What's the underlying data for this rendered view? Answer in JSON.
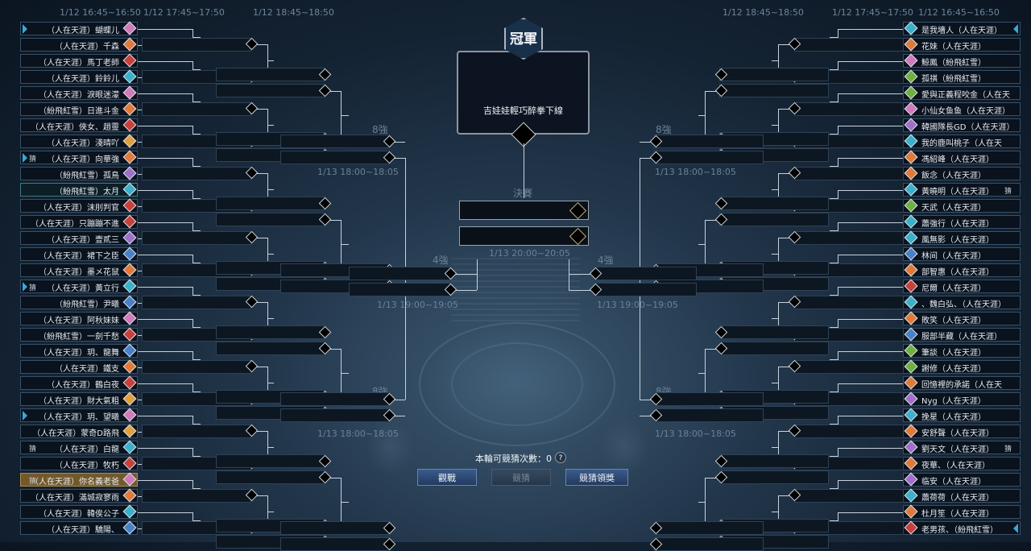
{
  "headers": {
    "left": [
      "1/12 16:45~16:50",
      "1/12 17:45~17:50",
      "1/12 18:45~18:50"
    ],
    "right": [
      "1/12 18:45~18:50",
      "1/12 17:45~17:50",
      "1/12 16:45~16:50"
    ]
  },
  "rounds": {
    "r8_label": "8強",
    "r8_time": "1/13 18:00~18:05",
    "r4_label": "4強",
    "r4_time": "1/13 19:00~19:05",
    "final_label": "決賽",
    "final_time": "1/13 20:00~20:05"
  },
  "champion": {
    "title": "冠軍",
    "name": "吉娃娃輕巧醉拳下線"
  },
  "bottom": {
    "guess_text": "本輪可競猜次數：0",
    "help_label": "?",
    "buttons": [
      "觀戰",
      "競猜",
      "競猜領獎"
    ]
  },
  "cheer_label": "猜",
  "left_players": [
    "（人在天涯）蝴蝶儿",
    "（人在天涯）千森",
    "（人在天涯）馬丁老師",
    "（人在天涯）鈴鈴儿",
    "（人在天涯）淚眼迷濛",
    "（紛飛紅雪）日進斗金",
    "（人在天涯）俠女、趙靈",
    "（人在天涯）淺晴吖",
    "（人在天涯）向華強",
    "（紛飛紅雪）孤鳥",
    "（紛飛紅雪）太月",
    "（人在天涯）沫刖判官",
    "（人在天涯）只蹦蹦不進",
    "（人在天涯）壹貳三",
    "（人在天涯）裙下之臣",
    "（人在天涯）墨メ花鼠",
    "（人在天涯）黃立行",
    "（紛飛紅雪）尹曦",
    "（人在天涯）阿秋妹妹",
    "（紛飛紅雪）一劍千愁",
    "（人在天涯）玥、龍舞",
    "（人在天涯）鐵支",
    "（人在天涯）鶴白夜",
    "（人在天涯）財大氣粗",
    "（人在天涯）玥、望曦",
    "（人在天涯）蒙奇D路飛",
    "（人在天涯）白龍",
    "（人在天涯）牧朽",
    "（人在天涯）你名義老爸",
    "（人在天涯）滿城寂寥雨",
    "（人在天涯）韓俟公子",
    "（人在天涯）驕陽、"
  ],
  "right_players": [
    "是我墻人（人在天涯）",
    "花妹（人在天涯）",
    "鯨鳳（紛飛紅雪）",
    "孤祺（紛飛紅雪）",
    "愛與正義程咬金（人在天",
    "小仙女鱼鱼（人在天涯）",
    "韓國隊長GD（人在天涯）",
    "我的鹿叫桃子（人在天",
    "馮紹峰（人在天涯）",
    "飯念（人在天涯）",
    "黃曉明（人在天涯）",
    "天武（人在天涯）",
    "蕭強行（人在天涯）",
    "風無影（人在天涯）",
    "林间（人在天涯）",
    "部智惠（人在天涯）",
    "尼爾（人在天涯）",
    "、魏白弘、（人在天涯）",
    "敗笑（人在天涯）",
    "服部半藏（人在天涯）",
    "筆談（人在天涯）",
    "謝修（人在天涯）",
    "回憶裡的承諾（人在天",
    "Nyg（人在天涯）",
    "挽星（人在天涯）",
    "安舒聲（人在天涯）",
    "劉天文（人在天涯）",
    "夜華、（人在天涯）",
    "临安（人在天涯）",
    "蕭荷荷（人在天涯）",
    "杜月笙（人在天涯）",
    "老男孩、（紛飛紅雪）"
  ],
  "left_gems": [
    "#d07ab8",
    "#e07a3a",
    "#c8403a",
    "#3cb0c8",
    "#d07ab8",
    "#e07a3a",
    "#c8403a",
    "#e0a040",
    "#e07a3a",
    "#a070c8",
    "#3cb0c8",
    "#c8403a",
    "#c8403a",
    "#a070c8",
    "#4a80c8",
    "#e07a3a",
    "#3cb0c8",
    "#4a80c8",
    "#d07ab8",
    "#c8403a",
    "#4a80c8",
    "#e07a3a",
    "#c8403a",
    "#e0a040",
    "#d07ab8",
    "#e0a040",
    "#3cb0c8",
    "#c8403a",
    "#d07ab8",
    "#e07a3a",
    "#3cb0c8",
    "#4a80c8"
  ],
  "right_gems": [
    "#3cb0c8",
    "#e07a3a",
    "#d07ab8",
    "#70b040",
    "#70b040",
    "#d07ab8",
    "#a070c8",
    "#3cb0c8",
    "#e07a3a",
    "#e07a3a",
    "#3cb0c8",
    "#70b040",
    "#3cb0c8",
    "#3cb0c8",
    "#4a80c8",
    "#e07a3a",
    "#c8403a",
    "#3cb0c8",
    "#e07a3a",
    "#4a80c8",
    "#70b040",
    "#70b040",
    "#e07a3a",
    "#a070c8",
    "#3cb0c8",
    "#e07a3a",
    "#a070c8",
    "#e07a3a",
    "#a070c8",
    "#3cb0c8",
    "#e07a3a",
    "#c8403a"
  ]
}
